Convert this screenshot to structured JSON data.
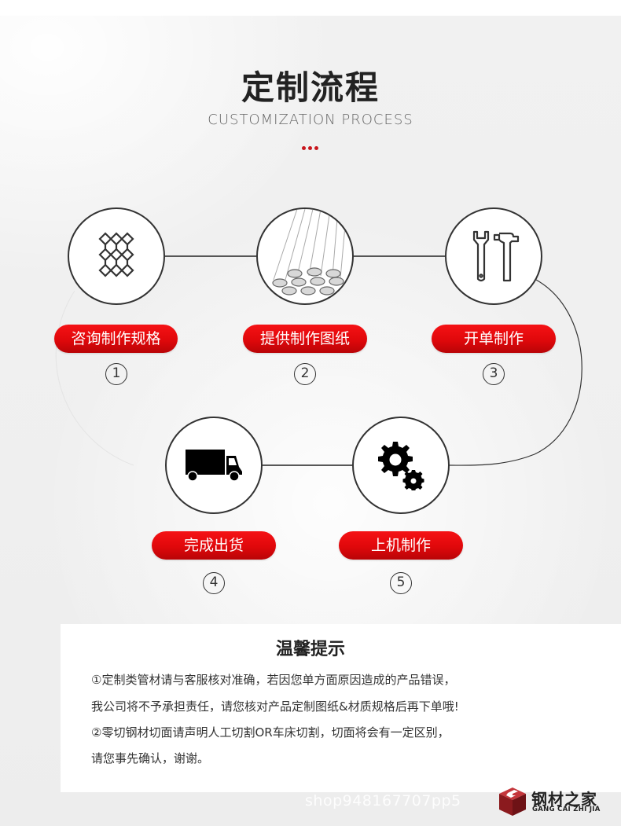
{
  "header": {
    "title": "定制流程",
    "subtitle": "CUSTOMIZATION PROCESS",
    "accent_color": "#c8161d"
  },
  "steps": [
    {
      "label": "咨询制作规格",
      "number": "1",
      "icon": "mesh-grid-icon"
    },
    {
      "label": "提供制作图纸",
      "number": "2",
      "icon": "steel-pipes-icon"
    },
    {
      "label": "开单制作",
      "number": "3",
      "icon": "wrench-hammer-icon"
    },
    {
      "label": "完成出货",
      "number": "4",
      "icon": "truck-icon"
    },
    {
      "label": "上机制作",
      "number": "5",
      "icon": "gears-icon"
    }
  ],
  "pill_color": "#e0080b",
  "tips": {
    "title": "温馨提示",
    "lines": [
      "①定制类管材请与客服核对准确，若因您单方面原因造成的产品错误，",
      "我公司将不予承担责任，请您核对产品定制图纸&材质规格后再下单哦!",
      "②零切钢材切面请声明人工切割OR车床切割，切面将会有一定区别，",
      "请您事先确认，谢谢。"
    ]
  },
  "footer": {
    "watermark": "shop948167707pp5",
    "logo_cn": "钢材之家",
    "logo_en": "GANG CAI ZHI JIA",
    "logo_color": "#8b1a1e"
  }
}
